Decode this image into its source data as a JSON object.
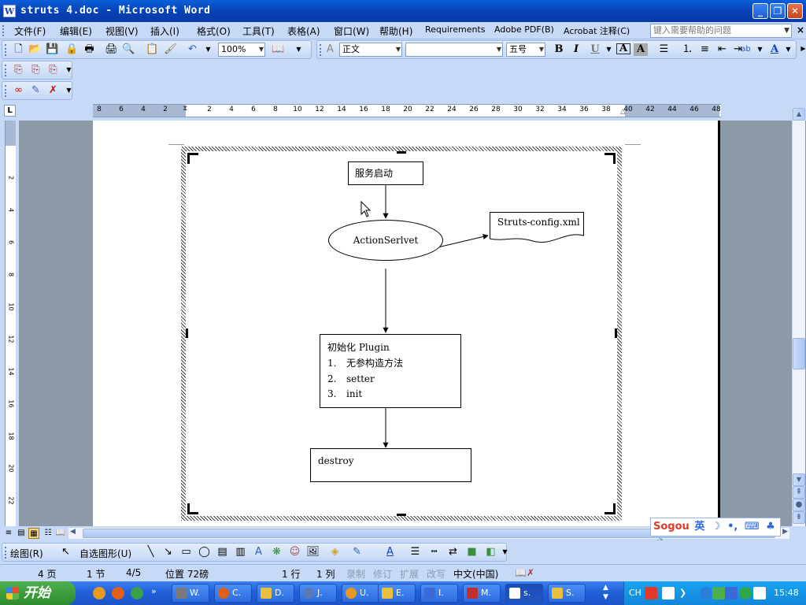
{
  "window": {
    "title": "struts 4.doc - Microsoft Word",
    "app_icon": "W",
    "controls": [
      "minimize",
      "maximize",
      "close"
    ]
  },
  "menu": {
    "items": [
      "文件(F)",
      "编辑(E)",
      "视图(V)",
      "插入(I)",
      "格式(O)",
      "工具(T)",
      "表格(A)",
      "窗口(W)",
      "帮助(H)",
      "Requirements",
      "Adobe PDF(B)",
      "Acrobat 注释(C)"
    ],
    "help_placeholder": "键入需要帮助的问题",
    "close_glyph": "×"
  },
  "toolbar": {
    "zoom": "100%",
    "style": "正文",
    "font": "",
    "size": "五号",
    "bold": "B",
    "italic": "I",
    "underline": "U",
    "char_border": "A",
    "char_shade": "A",
    "font_color": "A"
  },
  "ruler": {
    "h_numbers": [
      "8",
      "6",
      "4",
      "2",
      "2",
      "4",
      "6",
      "8",
      "10",
      "12",
      "14",
      "16",
      "18",
      "20",
      "22",
      "24",
      "26",
      "28",
      "30",
      "32",
      "34",
      "36",
      "38",
      "40",
      "42",
      "44",
      "46",
      "48"
    ],
    "v_numbers": [
      "2",
      "4",
      "6",
      "8",
      "10",
      "12",
      "14",
      "16",
      "18",
      "20",
      "22"
    ],
    "tab_selector": "L"
  },
  "diagram": {
    "start": "服务启动",
    "servlet": "ActionSerlvet",
    "config": "Struts-config.xml",
    "plugin_title": "初始化 Plugin",
    "plugin_steps": [
      {
        "num": "1.",
        "text": "无参构造方法"
      },
      {
        "num": "2.",
        "text": "setter"
      },
      {
        "num": "3.",
        "text": "init"
      }
    ],
    "end": "destroy"
  },
  "ime": {
    "brand": "Sogou",
    "mode": "英"
  },
  "drawing_toolbar": {
    "draw_label": "绘图(R)",
    "autoshapes_label": "自选图形(U)"
  },
  "status": {
    "page": "4 页",
    "section": "1 节",
    "page_of": "4/5",
    "position": "位置 72磅",
    "line": "1 行",
    "column": "1 列",
    "rec": "录制",
    "trk": "修订",
    "ext": "扩展",
    "ovr": "改写",
    "lang": "中文(中国)"
  },
  "taskbar": {
    "start": "开始",
    "tasks": [
      "W.",
      "C.",
      "D.",
      "J.",
      "U.",
      "E.",
      "I.",
      "M.",
      "s.",
      "S."
    ],
    "tray_lang": "CH",
    "clock": "15:48"
  }
}
